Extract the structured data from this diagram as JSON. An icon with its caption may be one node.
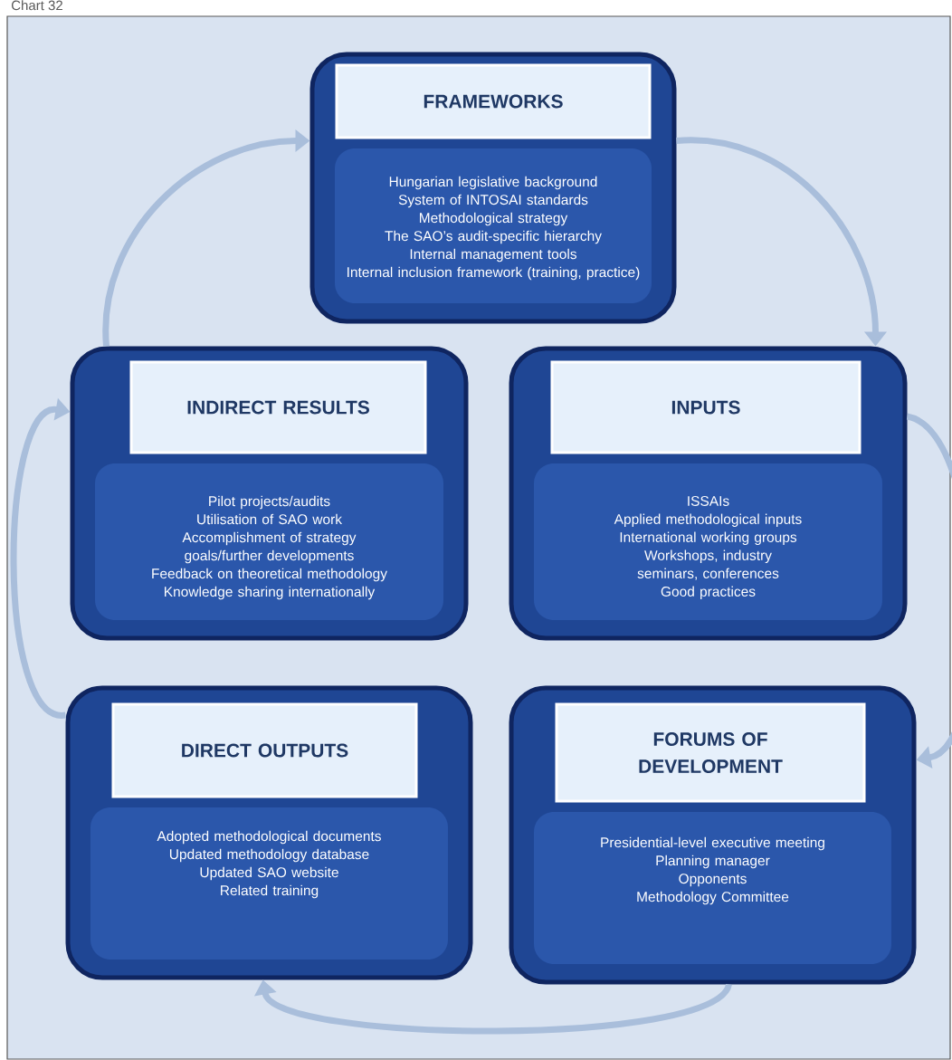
{
  "diagram": {
    "nodes": [
      {
        "text": [
          "FRAMEWORKS",
          "Hungarian legislative background",
          "System of INTOSAI standards",
          "Methodological strategy",
          "The SAO’s audit-specific hierarchy",
          "Internal management tools",
          "Internal inclusion framework (training, practice)"
        ]
      },
      {
        "text": [
          "INDIRECT RESULTS",
          "Pilot projects/audits",
          "Utilisation of SAO work",
          "Accomplishment of strategy goals/further developments",
          "Feedback on theoretical methodology",
          "Knowledge sharing internationally"
        ]
      },
      {
        "text": [
          "INPUTS",
          "ISSAIs",
          "Applied methodological inputs",
          "International working groups",
          "Workshops, industry seminars, conferences",
          "Good practices"
        ]
      },
      {
        "text": [
          "DIRECT OUTPUTS",
          "Adopted methodological documents",
          "Updated methodology database",
          "Updated SAO website",
          "Related training"
        ]
      },
      {
        "text": [
          "FORUMS OF DEVELOPMENT",
          "Presidential-level executive meeting",
          "Planning manager",
          "Opponents",
          "Methodology Committee"
        ]
      }
    ],
    "edges": [
      {
        "from": 0,
        "to": 2,
        "arrow": "to"
      },
      {
        "from": 2,
        "to": 4,
        "arrow": "to"
      },
      {
        "from": 4,
        "to": 3,
        "arrow": "to"
      },
      {
        "from": 3,
        "to": 1,
        "arrow": "to"
      },
      {
        "from": 1,
        "to": 0,
        "arrow": "to"
      }
    ],
    "labels": [
      "Chart 32"
    ]
  }
}
